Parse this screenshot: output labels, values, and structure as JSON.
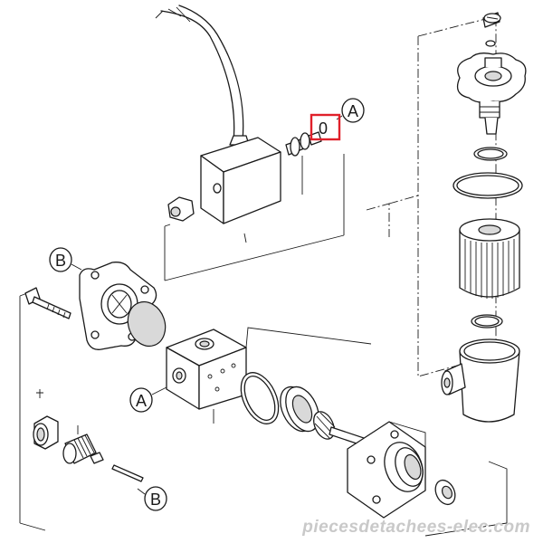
{
  "callouts": {
    "a_top": "A",
    "a_mid": "A",
    "b_top": "B",
    "b_bottom": "B"
  },
  "highlight": {
    "label": "0",
    "color": "#e0202a"
  },
  "watermark": {
    "text": "piecesdetachees-elec.com"
  }
}
